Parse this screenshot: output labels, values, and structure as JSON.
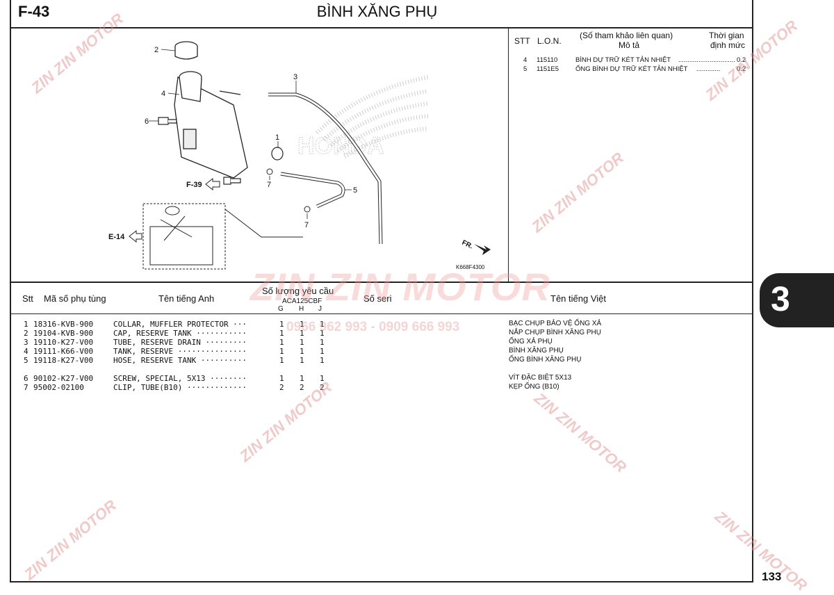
{
  "header": {
    "figure_code": "F-43",
    "title": "BÌNH XĂNG PHỤ"
  },
  "reference": {
    "headers": {
      "stt": "STT",
      "lon": "L.O.N.",
      "desc_top": "(Số tham khảo liên quan)",
      "desc": "Mô tả",
      "time_top": "Thời gian",
      "time": "định mức"
    },
    "rows": [
      {
        "stt": "4",
        "lon": "115110",
        "desc": "BÌNH DỰ TRỮ KÉT TẢN NHIỆT",
        "dots": "...............................",
        "time": "0.2"
      },
      {
        "stt": "5",
        "lon": "1151E5",
        "desc": "ỐNG BÌNH DỰ TRỮ KÉT TẢN NHIỆT",
        "dots": ".............",
        "time": "0.2"
      }
    ]
  },
  "diagram": {
    "callouts": [
      "1",
      "2",
      "3",
      "4",
      "5",
      "6",
      "7",
      "7"
    ],
    "refs": [
      "F-39",
      "E-14"
    ],
    "direction_label": "FR.",
    "brand_text": "HONDA",
    "code": "K668F4300"
  },
  "table": {
    "headers": {
      "stt": "Stt",
      "part_no": "Mã số phụ tùng",
      "en_name": "Tên tiếng Anh",
      "qty": "Số lượng yêu cầu",
      "model": "ACA125CBF",
      "g": "G",
      "h": "H",
      "j": "J",
      "serial": "Số seri",
      "vn_name": "Tên tiếng Việt"
    },
    "rows": [
      {
        "stt": "1",
        "part_no": "18316-KVB-900",
        "en": "COLLAR, MUFFLER PROTECTOR ···",
        "g": "1",
        "h": "1",
        "j": "1",
        "vn": "BẠC CHỤP BẢO VỆ ỐNG XẢ"
      },
      {
        "stt": "2",
        "part_no": "19104-KVB-900",
        "en": "CAP, RESERVE TANK ···········",
        "g": "1",
        "h": "1",
        "j": "1",
        "vn": "NẮP CHỤP BÌNH XĂNG PHỤ"
      },
      {
        "stt": "3",
        "part_no": "19110-K27-V00",
        "en": "TUBE, RESERVE DRAIN ·········",
        "g": "1",
        "h": "1",
        "j": "1",
        "vn": "ỐNG XẢ PHỤ"
      },
      {
        "stt": "4",
        "part_no": "19111-K66-V00",
        "en": "TANK, RESERVE ···············",
        "g": "1",
        "h": "1",
        "j": "1",
        "vn": "BÌNH XĂNG PHỤ"
      },
      {
        "stt": "5",
        "part_no": "19118-K27-V00",
        "en": "HOSE, RESERVE TANK ··········",
        "g": "1",
        "h": "1",
        "j": "1",
        "vn": "ỐNG BÌNH XĂNG PHỤ"
      },
      {
        "stt": "6",
        "part_no": "90102-K27-V00",
        "en": "SCREW, SPECIAL, 5X13 ········",
        "g": "1",
        "h": "1",
        "j": "1",
        "vn": "VÍT ĐẶC BIỆT 5X13"
      },
      {
        "stt": "7",
        "part_no": "95002-02100",
        "en": "CLIP, TUBE(B10) ·············",
        "g": "2",
        "h": "2",
        "j": "2",
        "vn": "KẸP ỐNG (B10)"
      }
    ]
  },
  "section_tab": "3",
  "page_number": "133",
  "watermark": {
    "brand": "ZIN ZIN MOTOR",
    "phone": "0966 962 993 - 0909 666 993"
  },
  "colors": {
    "watermark": "#e08a8a",
    "ink": "#111111",
    "tab": "#222222"
  }
}
